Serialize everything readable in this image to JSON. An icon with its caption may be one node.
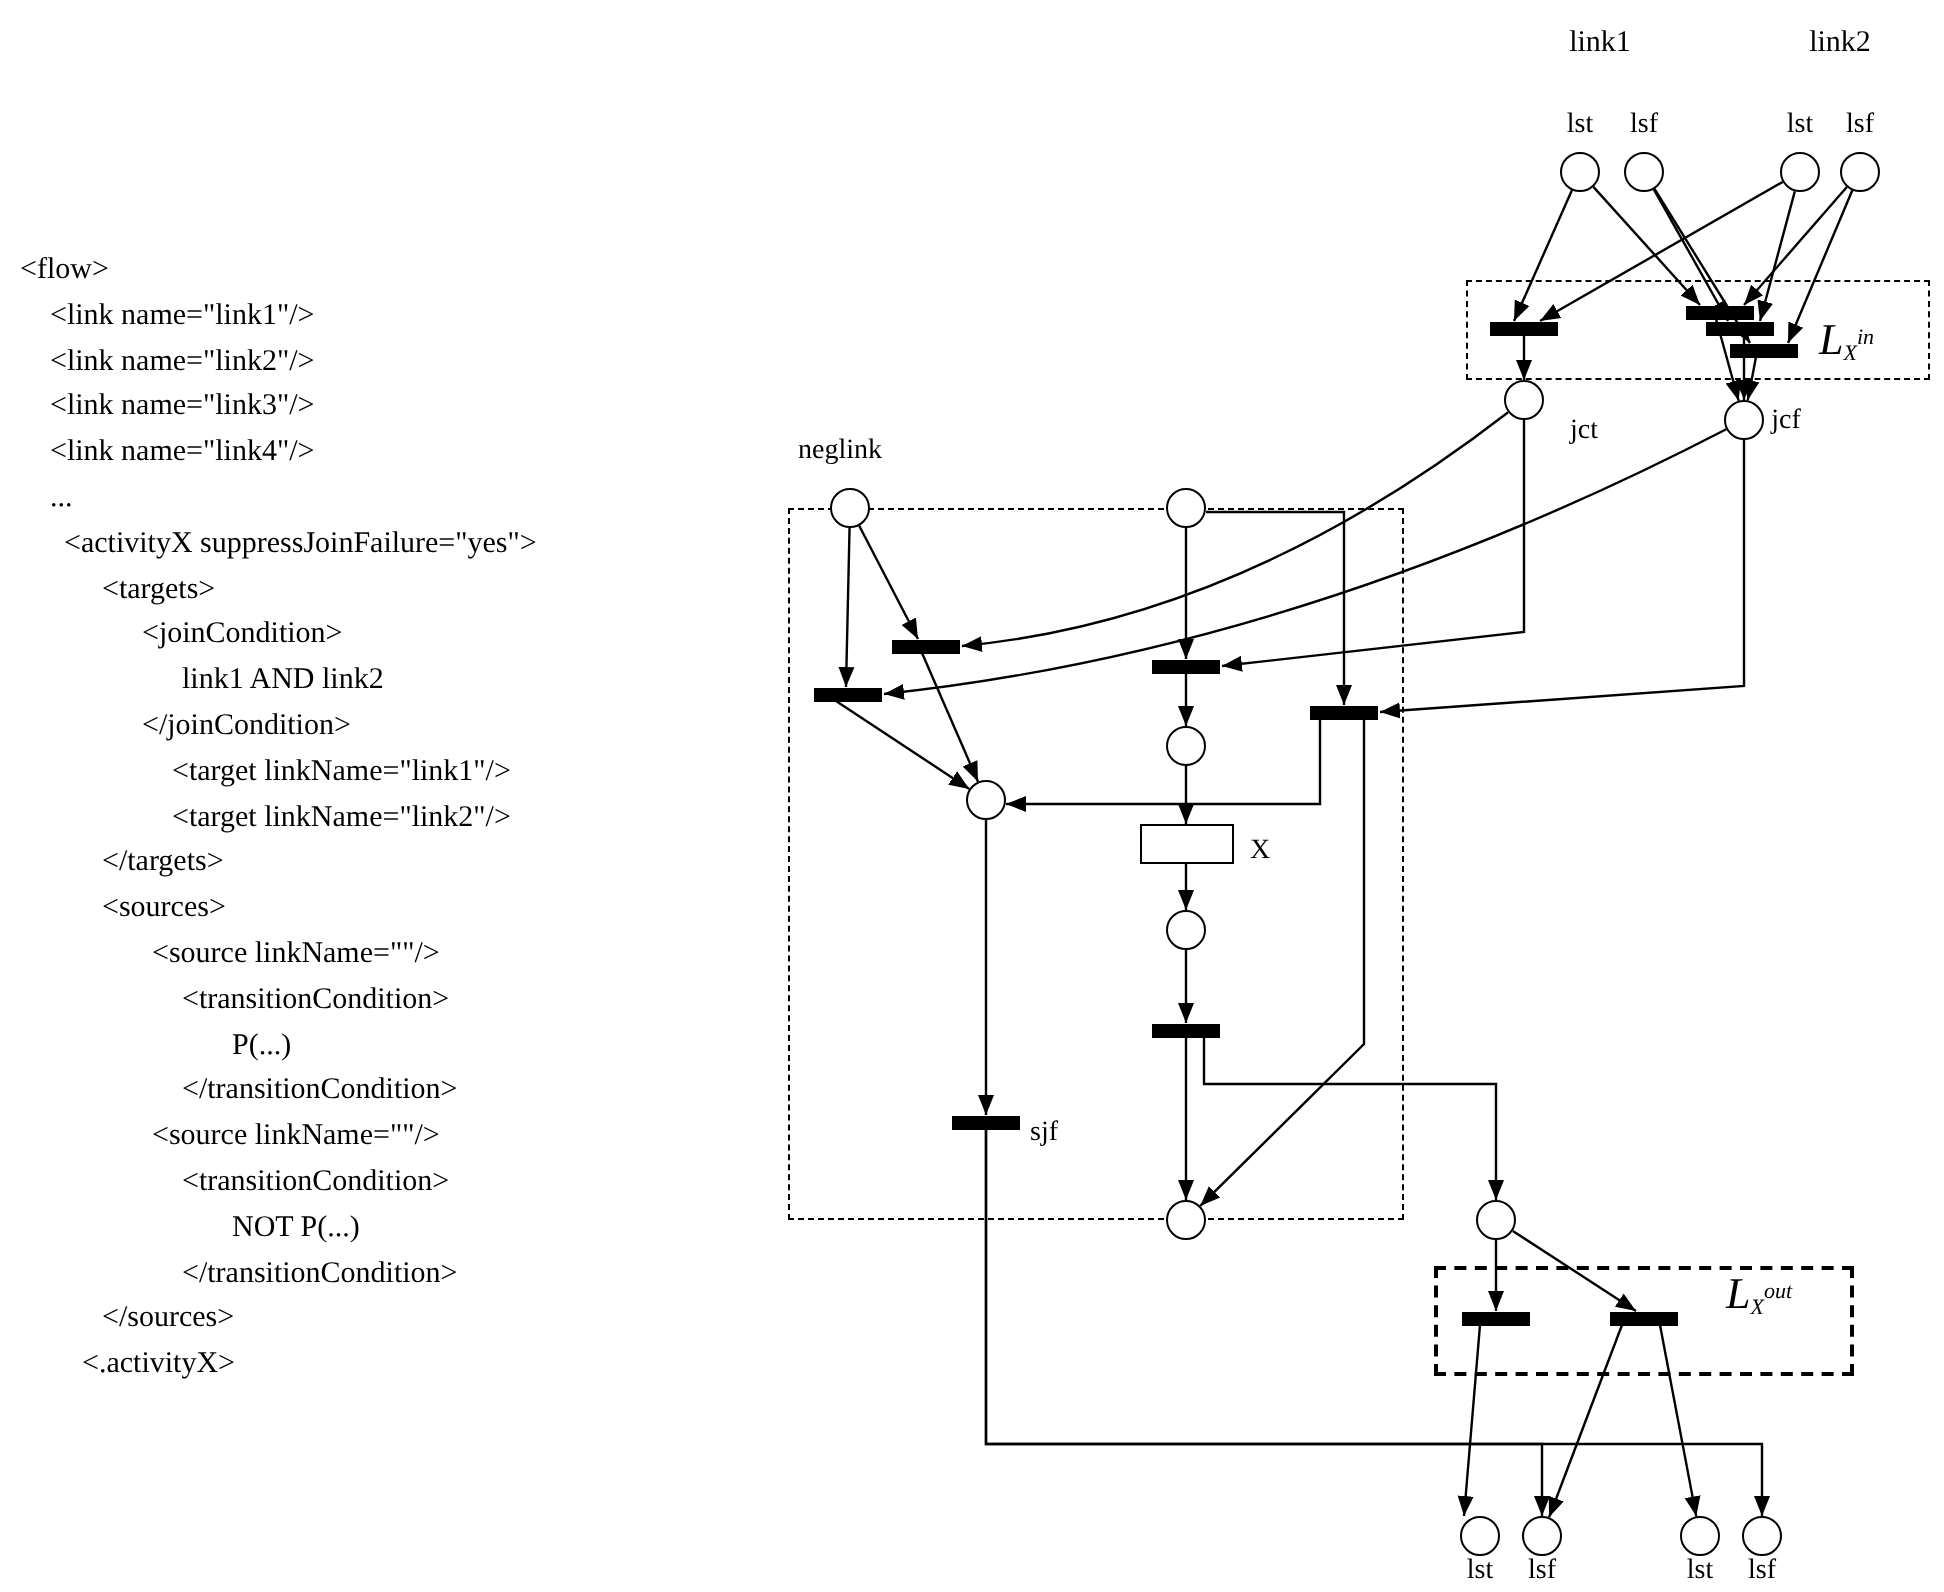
{
  "diagram": {
    "nodes": [
      {
        "text": [],
        "shape": "circle",
        "beside": [
          "lst"
        ]
      },
      {
        "text": [],
        "shape": "circle",
        "beside": [
          "lsf"
        ]
      },
      {
        "text": [],
        "shape": "circle",
        "beside": [
          "lst"
        ]
      },
      {
        "text": [],
        "shape": "circle",
        "beside": [
          "lsf"
        ]
      },
      {
        "text": [
          "L$_{X}$$^{in}$"
        ]
      },
      {
        "text": [],
        "shape": "bar",
        "in": 4
      },
      {
        "text": [],
        "shape": "bar",
        "in": 4
      },
      {
        "text": [],
        "shape": "bar",
        "in": 4
      },
      {
        "text": [],
        "shape": "bar",
        "in": 4
      },
      {
        "text": [],
        "shape": "circle",
        "beside": [
          "jct"
        ]
      },
      {
        "text": [],
        "shape": "circle",
        "beside": [
          "jcf"
        ]
      },
      {
        "text": [],
        "shape": "box"
      },
      {
        "text": [],
        "shape": "circle",
        "beside": [
          "neglink"
        ]
      },
      {
        "text": [],
        "shape": "circle"
      },
      {
        "text": [],
        "shape": "bar",
        "in": 11
      },
      {
        "text": [],
        "shape": "bar",
        "in": 11
      },
      {
        "text": [],
        "shape": "bar",
        "in": 11
      },
      {
        "text": [],
        "shape": "bar",
        "in": 11
      },
      {
        "text": [],
        "shape": "circle",
        "in": 11
      },
      {
        "text": [],
        "shape": "circle",
        "in": 11
      },
      {
        "text": [],
        "shape": "box",
        "in": 11,
        "beside": [
          "X"
        ]
      },
      {
        "text": [],
        "shape": "circle",
        "in": 11
      },
      {
        "text": [],
        "shape": "bar",
        "in": 11
      },
      {
        "text": [],
        "shape": "bar",
        "in": 11,
        "beside": [
          "sjf"
        ]
      },
      {
        "text": [],
        "shape": "circle"
      },
      {
        "text": [],
        "shape": "circle"
      },
      {
        "text": [
          "L$_{X}$$^{out}$"
        ]
      },
      {
        "text": [],
        "shape": "bar",
        "in": 26
      },
      {
        "text": [],
        "shape": "bar",
        "in": 26
      },
      {
        "text": [],
        "shape": "circle",
        "beside": [
          "lst"
        ]
      },
      {
        "text": [],
        "shape": "circle",
        "beside": [
          "lsf"
        ]
      },
      {
        "text": [],
        "shape": "circle",
        "beside": [
          "lst"
        ]
      },
      {
        "text": [],
        "shape": "circle",
        "beside": [
          "lsf"
        ]
      }
    ],
    "edges": [
      {
        "from": 0,
        "to": 5,
        "arrow": "to"
      },
      {
        "from": 0,
        "to": 6,
        "arrow": "to"
      },
      {
        "from": 1,
        "to": 7,
        "arrow": "to"
      },
      {
        "from": 1,
        "to": 8,
        "arrow": "to"
      },
      {
        "from": 2,
        "to": 5,
        "arrow": "to"
      },
      {
        "from": 2,
        "to": 7,
        "arrow": "to"
      },
      {
        "from": 3,
        "to": 6,
        "arrow": "to"
      },
      {
        "from": 3,
        "to": 8,
        "arrow": "to"
      },
      {
        "from": 5,
        "to": 9,
        "arrow": "to"
      },
      {
        "from": 6,
        "to": 10,
        "arrow": "to"
      },
      {
        "from": 7,
        "to": 10,
        "arrow": "to"
      },
      {
        "from": 8,
        "to": 10,
        "arrow": "to"
      },
      {
        "from": 12,
        "to": 15,
        "arrow": "to"
      },
      {
        "from": 12,
        "to": 14,
        "arrow": "to"
      },
      {
        "from": 13,
        "to": 16,
        "arrow": "to"
      },
      {
        "from": 13,
        "to": 17,
        "arrow": "to"
      },
      {
        "from": 9,
        "to": 14,
        "arrow": "to"
      },
      {
        "from": 9,
        "to": 16,
        "arrow": "to"
      },
      {
        "from": 10,
        "to": 15,
        "arrow": "to"
      },
      {
        "from": 10,
        "to": 17,
        "arrow": "to"
      },
      {
        "from": 14,
        "to": 19,
        "arrow": "to"
      },
      {
        "from": 15,
        "to": 19,
        "arrow": "to"
      },
      {
        "from": 17,
        "to": 19,
        "arrow": "to"
      },
      {
        "from": 17,
        "to": 24,
        "arrow": "to"
      },
      {
        "from": 16,
        "to": 18,
        "arrow": "to"
      },
      {
        "from": 18,
        "to": 20,
        "arrow": "to"
      },
      {
        "from": 20,
        "to": 21,
        "arrow": "to"
      },
      {
        "from": 21,
        "to": 22,
        "arrow": "to"
      },
      {
        "from": 22,
        "to": 24,
        "arrow": "to"
      },
      {
        "from": 22,
        "to": 25,
        "arrow": "to"
      },
      {
        "from": 19,
        "to": 23,
        "arrow": "to"
      },
      {
        "from": 23,
        "to": 30,
        "arrow": "to"
      },
      {
        "from": 23,
        "to": 32,
        "arrow": "to"
      },
      {
        "from": 25,
        "to": 27,
        "arrow": "to"
      },
      {
        "from": 25,
        "to": 28,
        "arrow": "to"
      },
      {
        "from": 27,
        "to": 29,
        "arrow": "to"
      },
      {
        "from": 28,
        "to": 30,
        "arrow": "to"
      },
      {
        "from": 28,
        "to": 31,
        "arrow": "to"
      }
    ],
    "labels": [
      "link1",
      "link2",
      "<flow>",
      "<link name=\"link1\"/>",
      "<link name=\"link2\"/>",
      "<link name=\"link3\"/>",
      "<link name=\"link4\"/>",
      "...",
      "<activityX suppressJoinFailure=\"yes\">",
      "<targets>",
      "<joinCondition>",
      "link1 AND link2",
      "</joinCondition>",
      "<target linkName=\"link1\"/>",
      "<target linkName=\"link2\"/>",
      "</targets>",
      "<sources>",
      "<source linkName=\"\"/>",
      "<transitionCondition>",
      "P(...)",
      "</transitionCondition>",
      "<source linkName=\"\"/>",
      "<transitionCondition>",
      "NOT P(...)",
      "</transitionCondition>",
      "</sources>",
      "<.activityX>"
    ]
  }
}
